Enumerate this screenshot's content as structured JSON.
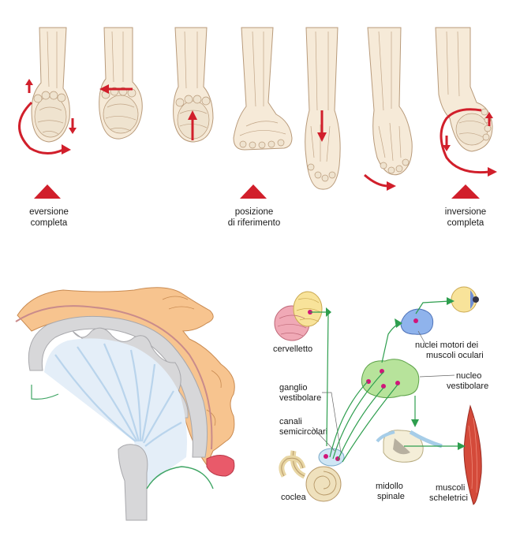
{
  "foot_panel": {
    "labels": {
      "eversion": [
        "eversione",
        "completa"
      ],
      "reference": [
        "posizione",
        "di riferimento"
      ],
      "inversion": [
        "inversione",
        "completa"
      ]
    }
  },
  "pathway_panel": {
    "labels": {
      "cerebellum": "cervelletto",
      "vestibular_ganglion": [
        "ganglio",
        "vestibolare"
      ],
      "semicircular_canals": [
        "canali",
        "semicircolari"
      ],
      "cochlea": "coclea",
      "oculomotor_nuclei": [
        "nuclei motori dei",
        "muscoli oculari"
      ],
      "vestibular_nucleus": [
        "nucleo",
        "vestibolare"
      ],
      "spinal_cord": [
        "midollo",
        "spinale"
      ],
      "skeletal_muscles": [
        "muscoli",
        "scheletrici"
      ]
    }
  },
  "colors": {
    "arrow_red": "#d11f2b",
    "pathway_green": "#2e9e4e",
    "neuron_pink": "#d1157a",
    "cerebellum_pink": "#f0a9b6",
    "nucleus_green": "#b7e39b",
    "eye_blue": "#6f8fd6",
    "homunculus_orange": "#f7c48f"
  }
}
